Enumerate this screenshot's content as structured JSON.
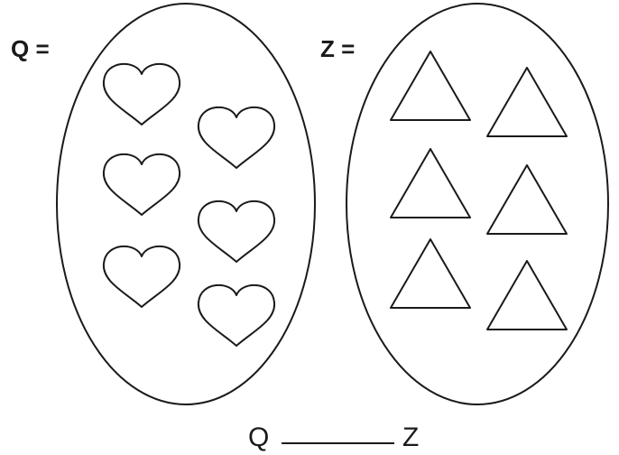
{
  "sets": [
    {
      "label": "Q =",
      "member_shape": "heart",
      "count": 6
    },
    {
      "label": "Z =",
      "member_shape": "triangle",
      "count": 6
    }
  ],
  "comparison": {
    "left": "Q",
    "right": "Z",
    "blank": ""
  },
  "colors": {
    "stroke": "#1a1a1a",
    "background": "#ffffff"
  }
}
